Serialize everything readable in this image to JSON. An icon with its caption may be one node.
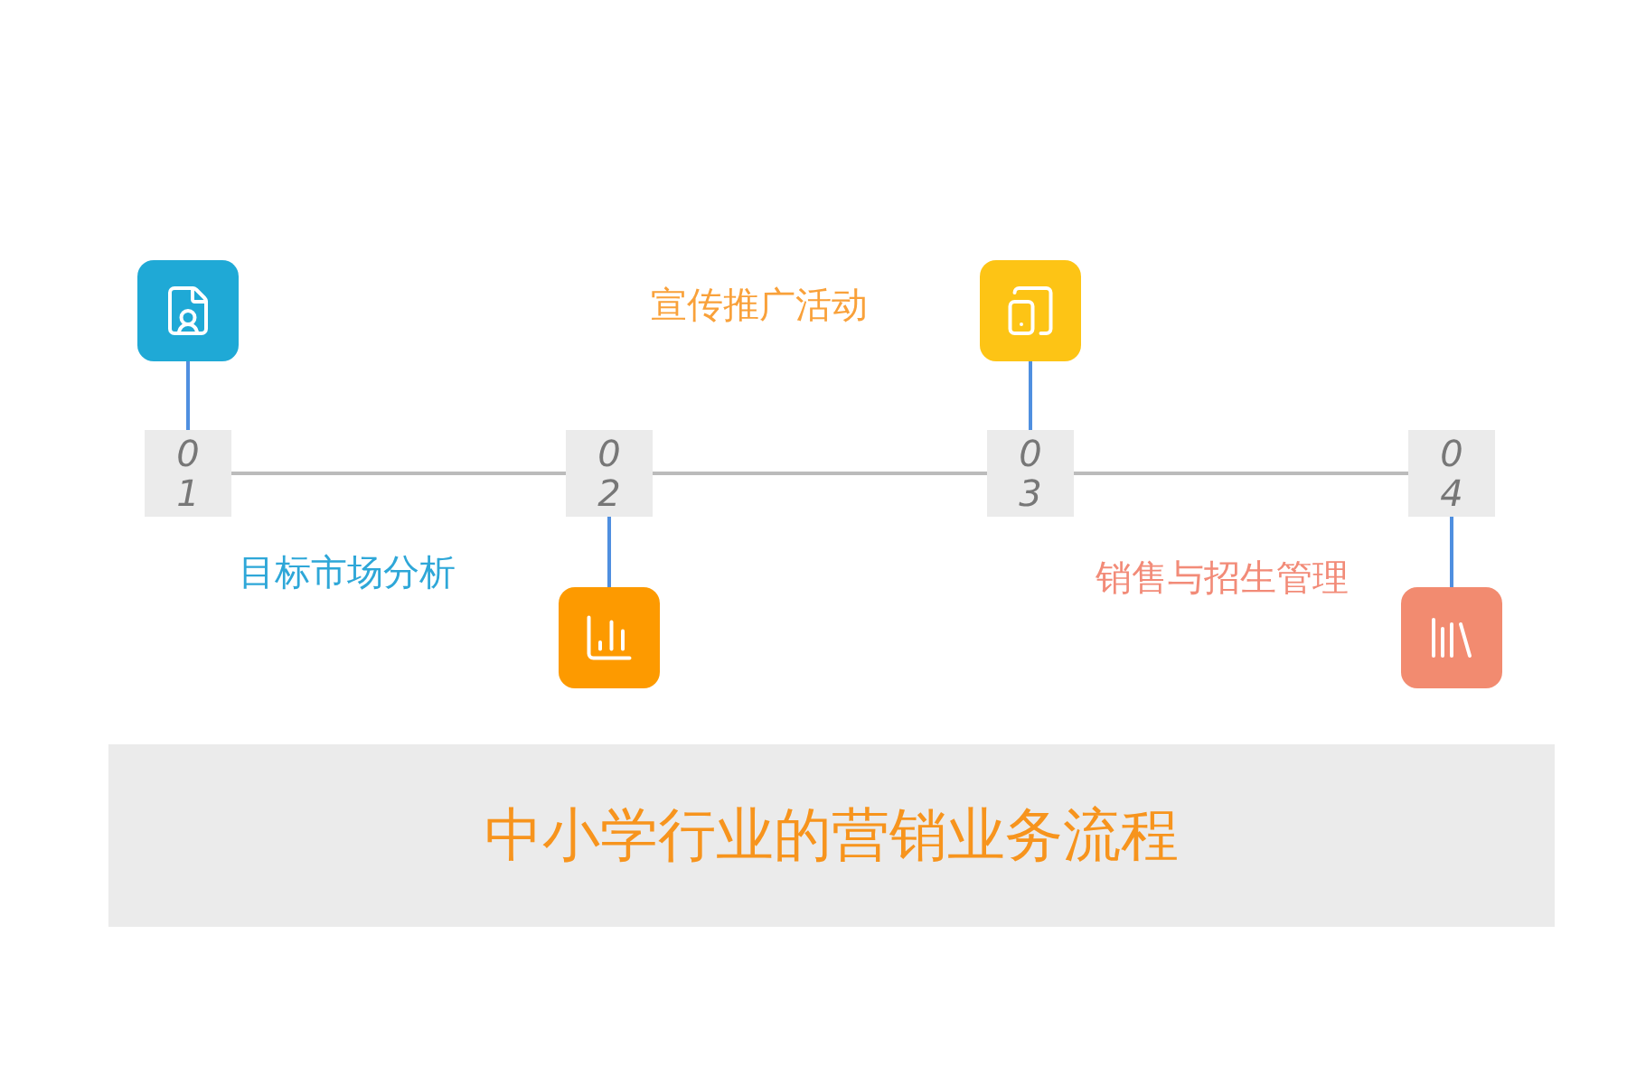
{
  "diagram": {
    "title": "中小学行业的营销业务流程",
    "nodes": [
      {
        "text": [
          "01"
        ],
        "beside": [
          "目标市场分析"
        ]
      },
      {
        "text": [
          "02"
        ],
        "beside": [
          "宣传推广活动"
        ]
      },
      {
        "text": [
          "03"
        ],
        "beside": [
          "销售与招生管理"
        ]
      },
      {
        "text": [
          "04"
        ]
      },
      {
        "text": [],
        "shape": "box"
      },
      {
        "text": [],
        "shape": "box"
      },
      {
        "text": [],
        "shape": "box"
      },
      {
        "text": [],
        "shape": "box"
      }
    ],
    "edges": [
      {
        "from": 0,
        "to": 1,
        "arrow": "none",
        "color": "#bbbbbb"
      },
      {
        "from": 1,
        "to": 2,
        "arrow": "none",
        "color": "#bbbbbb"
      },
      {
        "from": 2,
        "to": 3,
        "arrow": "none",
        "color": "#bbbbbb"
      },
      {
        "from": 4,
        "to": 0,
        "arrow": "none"
      },
      {
        "from": 5,
        "to": 1,
        "arrow": "none"
      },
      {
        "from": 6,
        "to": 2,
        "arrow": "none"
      },
      {
        "from": 7,
        "to": 3,
        "arrow": "none"
      }
    ]
  }
}
